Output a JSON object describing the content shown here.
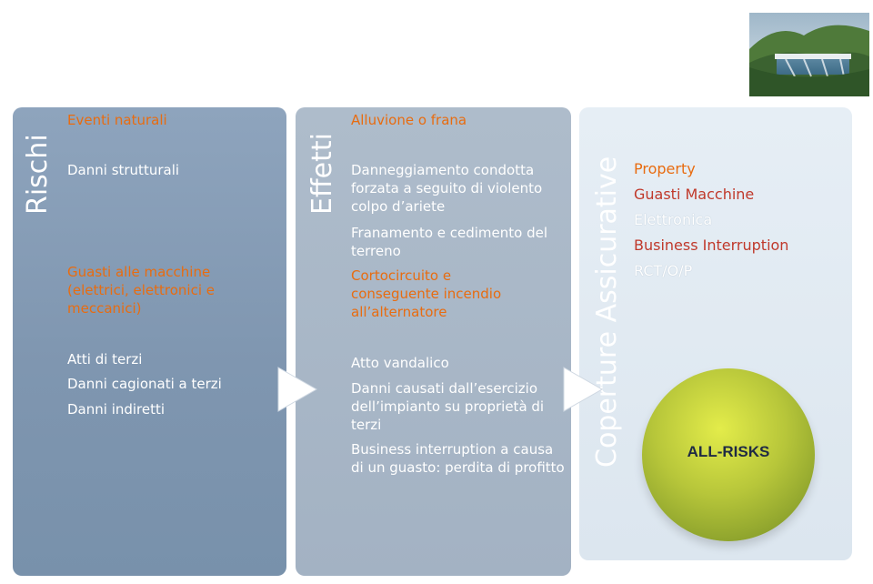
{
  "col1": {
    "title": "Rischi",
    "items": [
      "Eventi naturali",
      "Danni strutturali",
      "Guasti alle macchine (elettrici, elettronici e meccanici)",
      "Atti di terzi",
      "Danni cagionati a terzi",
      "Danni indiretti"
    ]
  },
  "col2": {
    "title": "Effetti",
    "items": [
      "Alluvione o frana",
      "Danneggiamento condotta forzata a seguito di violento colpo d’ariete",
      "Franamento e cedimento del terreno",
      "Cortocircuito e conseguente incendio all’alternatore",
      "Atto vandalico",
      "Danni causati dall’esercizio dell’impianto su proprietà di terzi",
      "Business interruption a causa di un guasto: perdita di profitto"
    ]
  },
  "col3": {
    "title": "Coperture Assicurative",
    "items": [
      "Property",
      "Guasti Macchine",
      "Elettronica",
      "Business Interruption",
      "RCT/O/P"
    ],
    "badge": "ALL-RISKS"
  },
  "colors": {
    "orange": "#e86c10",
    "dark_orange": "#c0392b",
    "panel1": "#7f96b0",
    "panel2": "#a3b2c3",
    "panel3": "#dce6ef",
    "ball": "#b7c63a"
  },
  "icons": {
    "arrow": "chevron-right-arrow",
    "photo": "dam-photo"
  }
}
